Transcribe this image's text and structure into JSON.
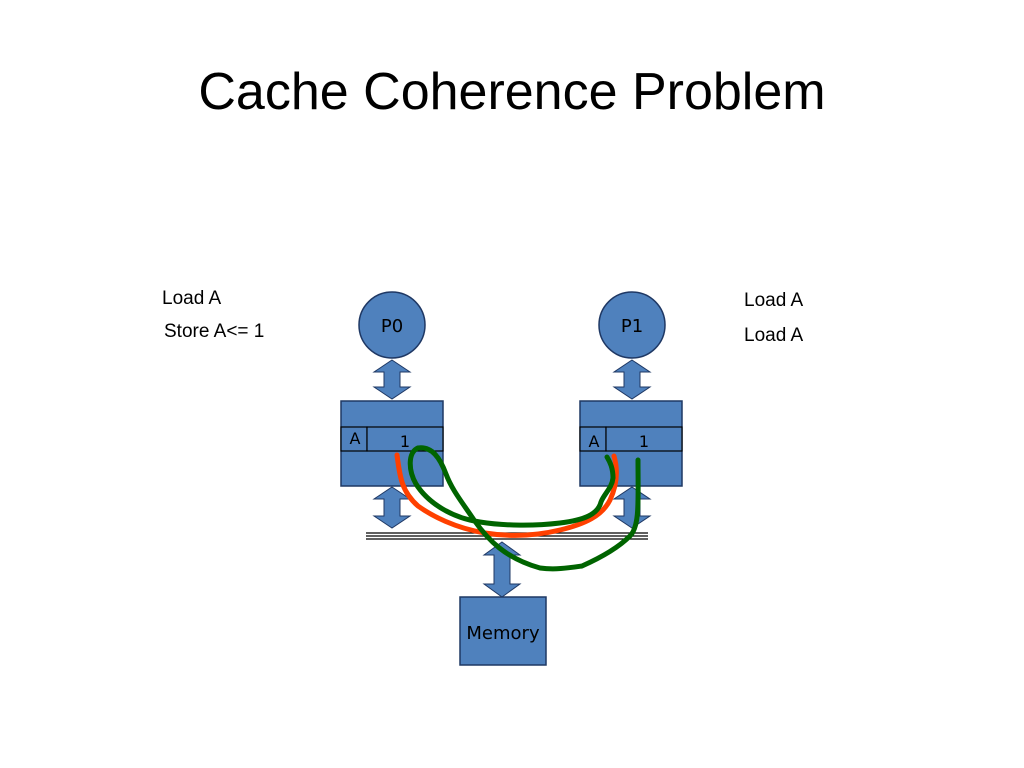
{
  "slide": {
    "title": "Cache Coherence Problem"
  },
  "left_ops": [
    "Load A",
    "Store A<= 1"
  ],
  "right_ops": [
    "Load A",
    "Load A"
  ],
  "processors": [
    {
      "label": "P0"
    },
    {
      "label": "P1"
    }
  ],
  "caches": [
    {
      "tag": "A",
      "value": "1"
    },
    {
      "tag": "A",
      "value": "1"
    }
  ],
  "memory": {
    "label": "Memory"
  },
  "colors": {
    "box_fill": "#4f81bd",
    "box_stroke": "#1f3864",
    "red_path": "#ff4000",
    "green_path": "#006400"
  }
}
